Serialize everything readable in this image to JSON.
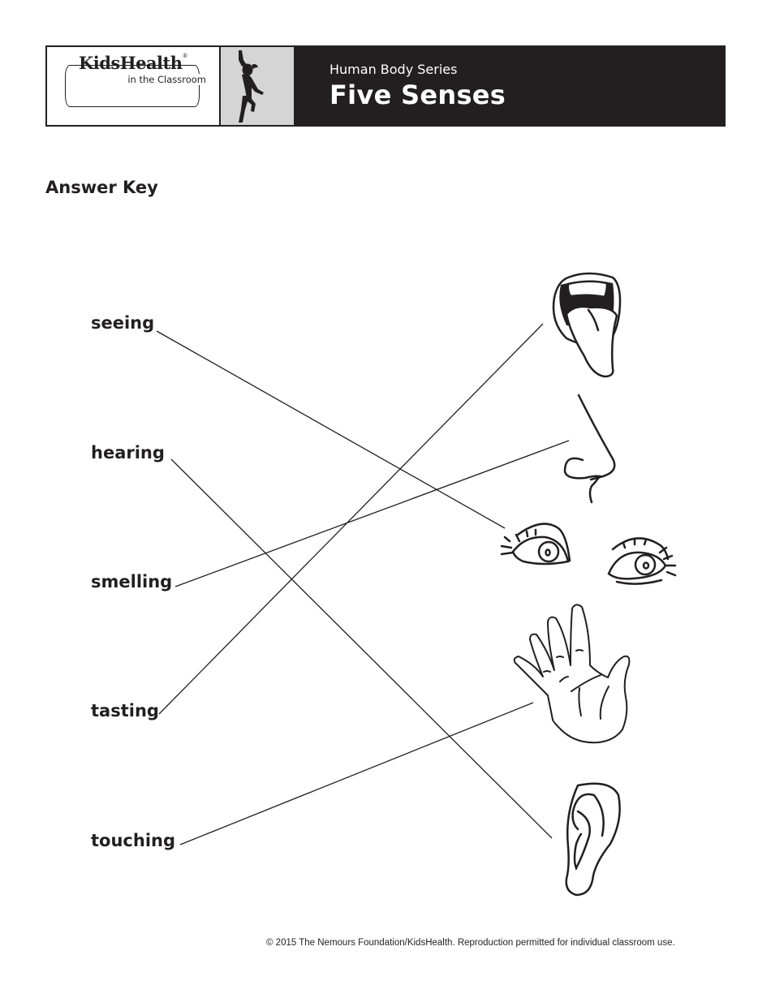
{
  "header": {
    "logo": {
      "main": "KidsHealth",
      "registered": "®",
      "sub": "in the Classroom"
    },
    "series": "Human Body Series",
    "title": "Five Senses"
  },
  "section_title": "Answer Key",
  "senses": [
    {
      "label": "seeing",
      "matches": "eyes"
    },
    {
      "label": "hearing",
      "matches": "ear"
    },
    {
      "label": "smelling",
      "matches": "nose"
    },
    {
      "label": "tasting",
      "matches": "mouth"
    },
    {
      "label": "touching",
      "matches": "hand"
    }
  ],
  "pictures": [
    "mouth",
    "nose",
    "eyes",
    "hand",
    "ear"
  ],
  "footer": "© 2015 The Nemours Foundation/KidsHealth. Reproduction permitted for individual classroom use."
}
